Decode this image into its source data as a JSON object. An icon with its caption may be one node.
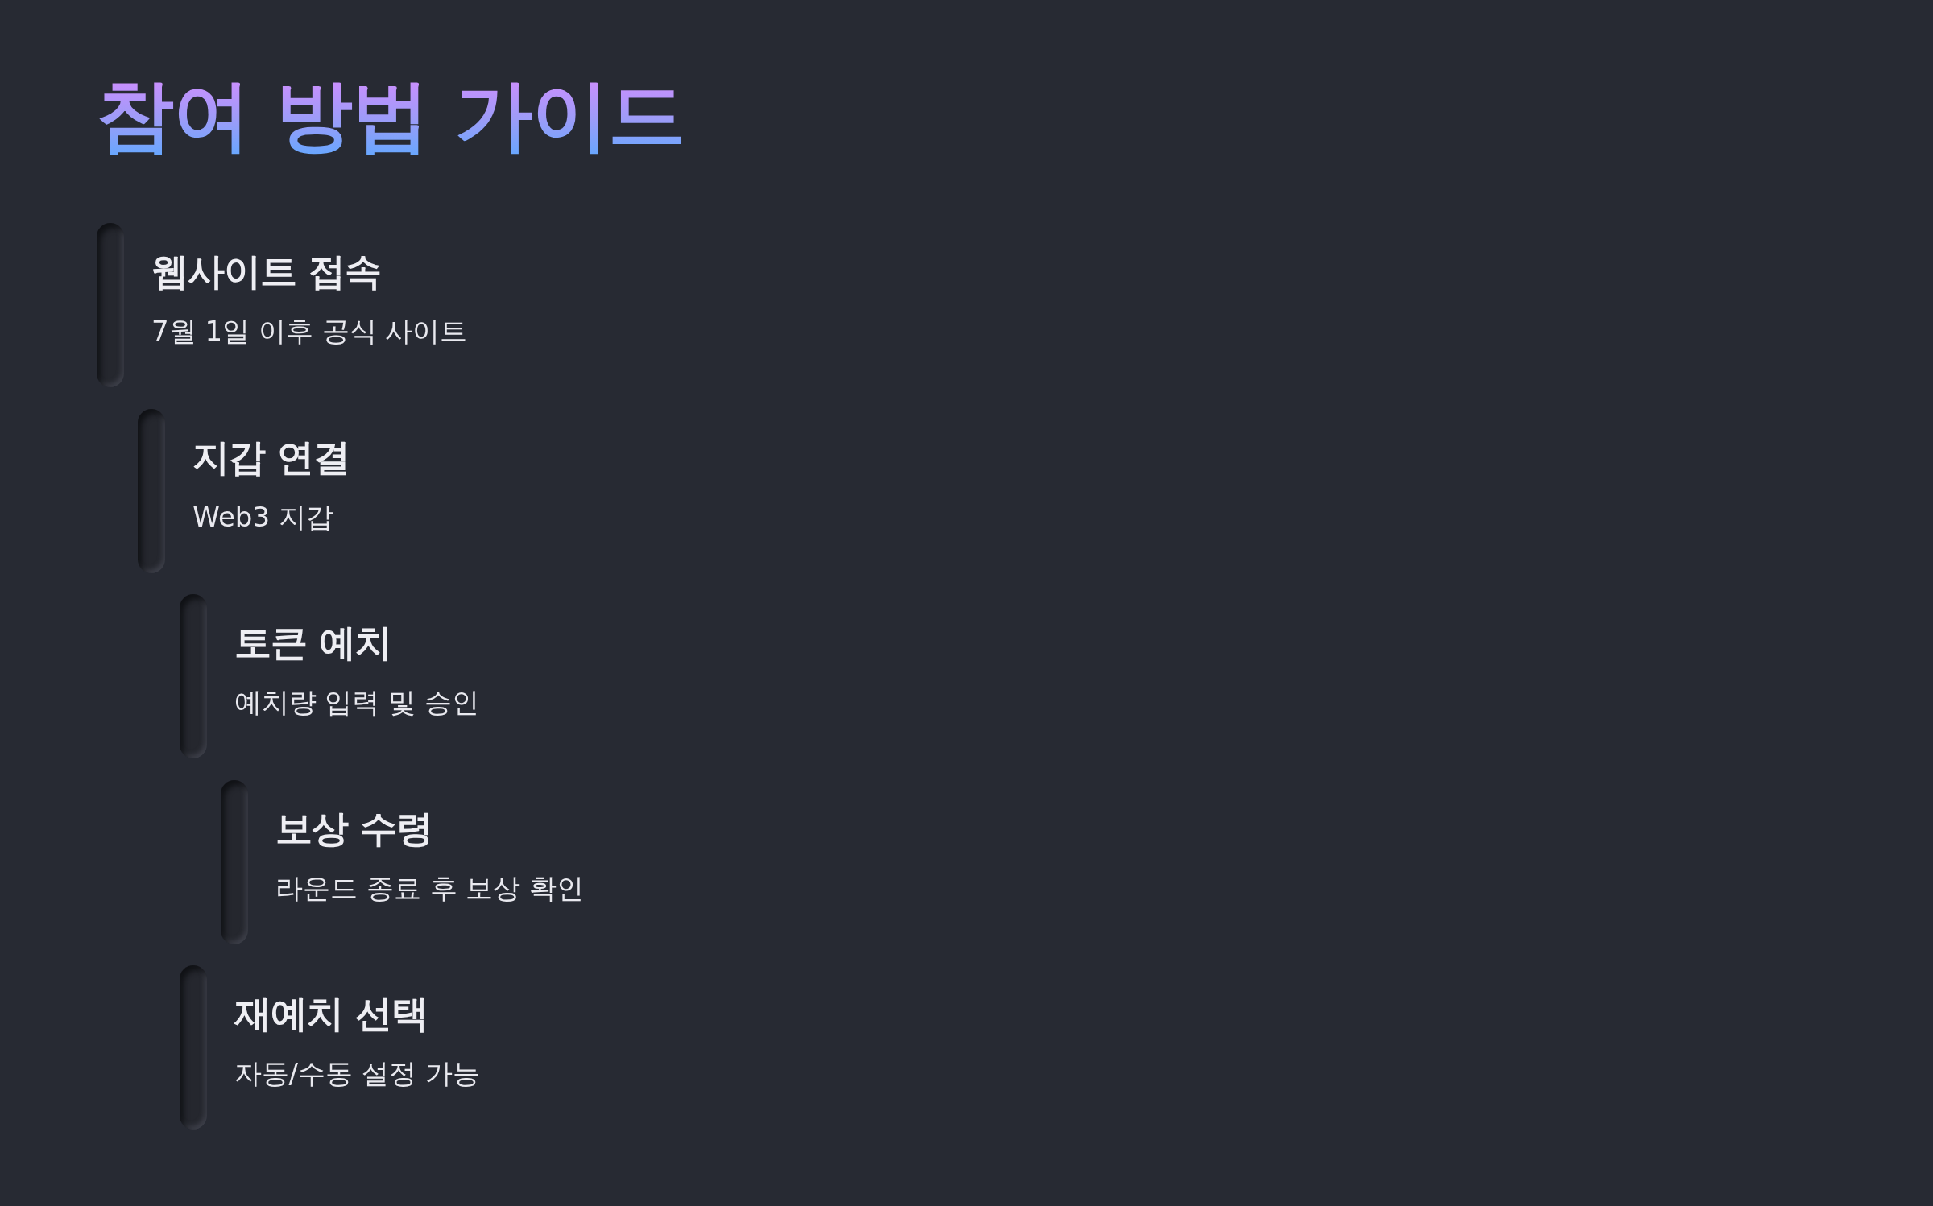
{
  "diagram": {
    "title": "참여 방법 가이드",
    "nodes": [
      {
        "text": [
          "웹사이트 접속",
          "7월 1일 이후 공식 사이트"
        ]
      },
      {
        "text": [
          "지갑 연결",
          "Web3 지갑"
        ]
      },
      {
        "text": [
          "토큰 예치",
          "예치량 입력 및 승인"
        ]
      },
      {
        "text": [
          "보상 수령",
          "라운드 종료 후 보상 확인"
        ]
      },
      {
        "text": [
          "재예치 선택",
          "자동/수동 설정 가능"
        ]
      }
    ]
  }
}
